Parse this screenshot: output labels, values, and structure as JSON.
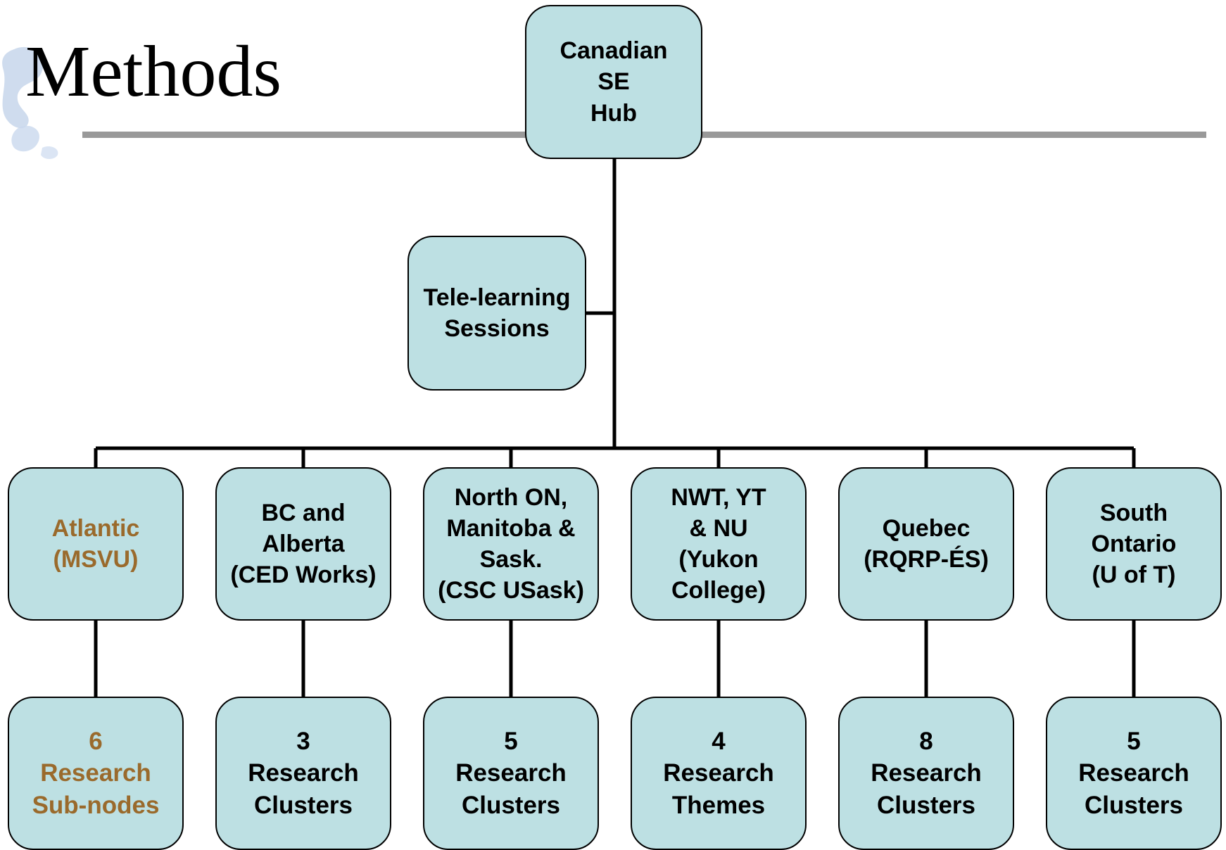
{
  "slide": {
    "title": "Methods"
  },
  "diagram": {
    "root": "Canadian\nSE\nHub",
    "side": "Tele-learning\nSessions",
    "regions": [
      {
        "label": "Atlantic\n(MSVU)",
        "child": "6\nResearch\nSub-nodes",
        "accent": true
      },
      {
        "label": "BC and\nAlberta\n(CED Works)",
        "child": "3\nResearch\nClusters",
        "accent": false
      },
      {
        "label": "North ON,\nManitoba &\nSask.\n(CSC USask)",
        "child": "5\nResearch\nClusters",
        "accent": false
      },
      {
        "label": "NWT, YT\n& NU\n(Yukon College)",
        "child": "4\nResearch\nThemes",
        "accent": false
      },
      {
        "label": "Quebec\n(RQRP-ÉS)",
        "child": "8\nResearch\nClusters",
        "accent": false
      },
      {
        "label": "South\nOntario\n(U of T)",
        "child": "5\nResearch\nClusters",
        "accent": false
      }
    ],
    "colors": {
      "node_fill": "#bde0e3",
      "accent_text": "#9a6a2c",
      "rule": "#999999"
    }
  }
}
